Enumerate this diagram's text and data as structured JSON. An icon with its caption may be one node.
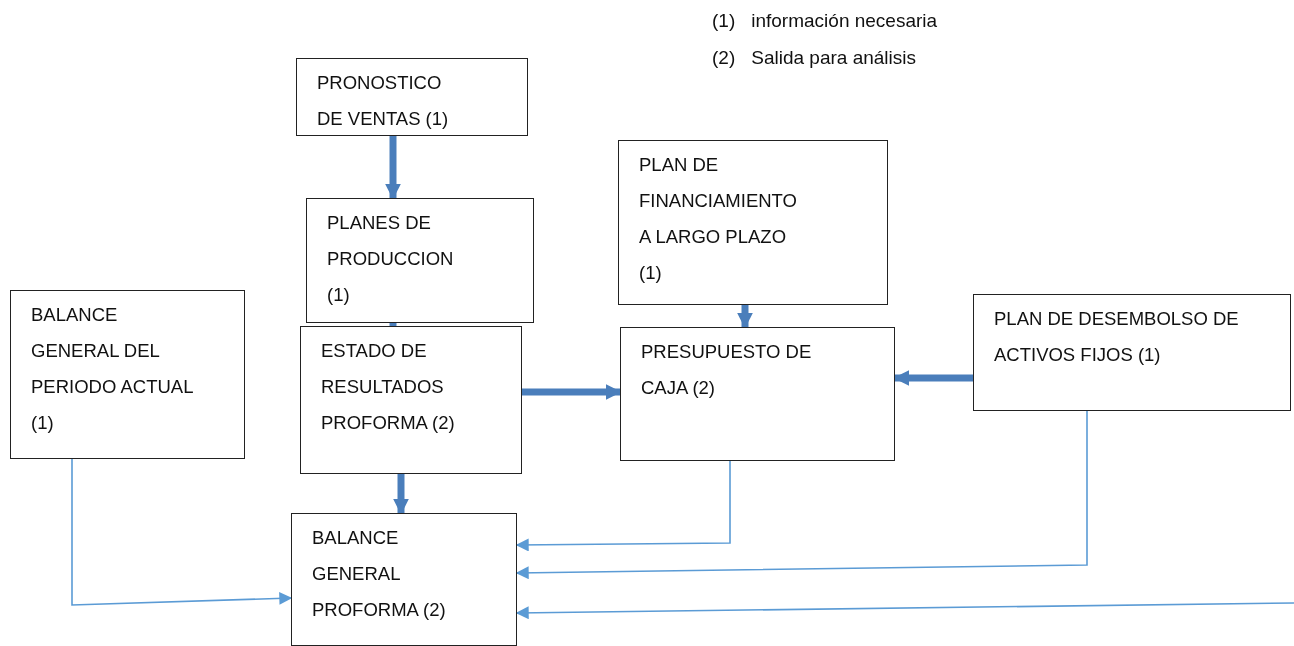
{
  "diagram": {
    "nodes": [
      {
        "text": [
          "PRONOSTICO DE VENTAS (1)"
        ]
      },
      {
        "text": [
          "PLANES DE PRODUCCION (1)"
        ]
      },
      {
        "text": [
          "PLAN DE FINANCIAMIENTO A LARGO PLAZO (1)"
        ]
      },
      {
        "text": [
          "BALANCE GENERAL DEL PERIODO ACTUAL (1)"
        ]
      },
      {
        "text": [
          "ESTADO DE RESULTADOS PROFORMA (2)"
        ]
      },
      {
        "text": [
          "PRESUPUESTO DE CAJA  (2)"
        ]
      },
      {
        "text": [
          "PLAN DE DESEMBOLSO DE ACTIVOS FIJOS  (1)"
        ]
      },
      {
        "text": [
          "BALANCE GENERAL PROFORMA (2)"
        ]
      }
    ],
    "edges": [
      {
        "from": 0,
        "to": 1,
        "arrow": "to"
      },
      {
        "from": 1,
        "to": 4,
        "arrow": "to"
      },
      {
        "from": 2,
        "to": 5,
        "arrow": "to"
      },
      {
        "from": 4,
        "to": 5,
        "arrow": "to"
      },
      {
        "from": 6,
        "to": 5,
        "arrow": "to"
      },
      {
        "from": 4,
        "to": 7,
        "arrow": "to"
      },
      {
        "from": 3,
        "to": 7,
        "arrow": "to",
        "color": "#5b9bd5"
      },
      {
        "from": 5,
        "to": 7,
        "arrow": "to",
        "color": "#5b9bd5"
      },
      {
        "from": 6,
        "to": 7,
        "arrow": "to",
        "color": "#5b9bd5"
      },
      {
        "from": null,
        "to": 7,
        "arrow": "to",
        "color": "#5b9bd5"
      }
    ],
    "labels": [
      "(1)",
      "información necesaria",
      "(2)",
      "Salida para análisis"
    ]
  }
}
